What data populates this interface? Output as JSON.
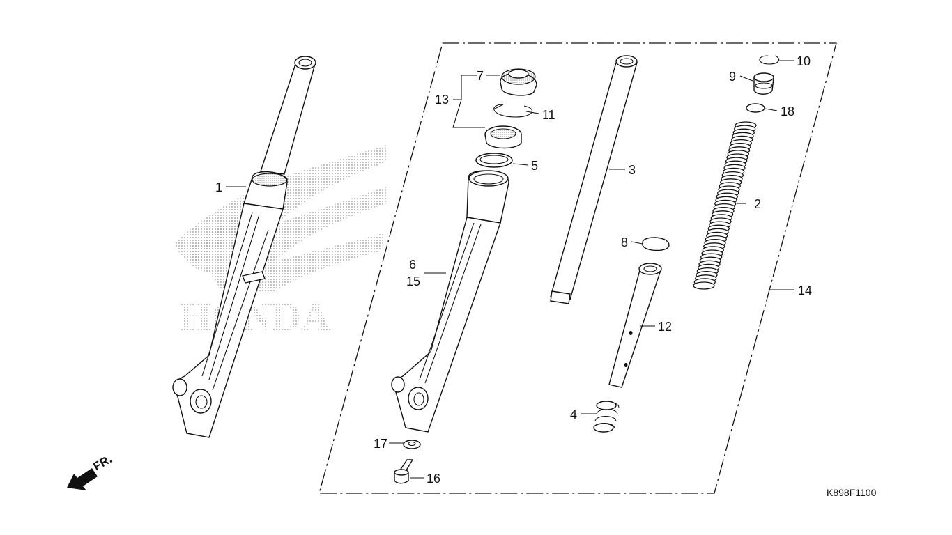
{
  "diagram": {
    "logo_text": "HONDA",
    "direction_label": "FR.",
    "figure_code": "K898F1100",
    "callouts": {
      "c1": "1",
      "c2": "2",
      "c3": "3",
      "c4": "4",
      "c5": "5",
      "c6": "6",
      "c15": "15",
      "c7": "7",
      "c8": "8",
      "c9": "9",
      "c10": "10",
      "c11": "11",
      "c12": "12",
      "c13": "13",
      "c14": "14",
      "c16": "16",
      "c17": "17",
      "c18": "18"
    }
  }
}
